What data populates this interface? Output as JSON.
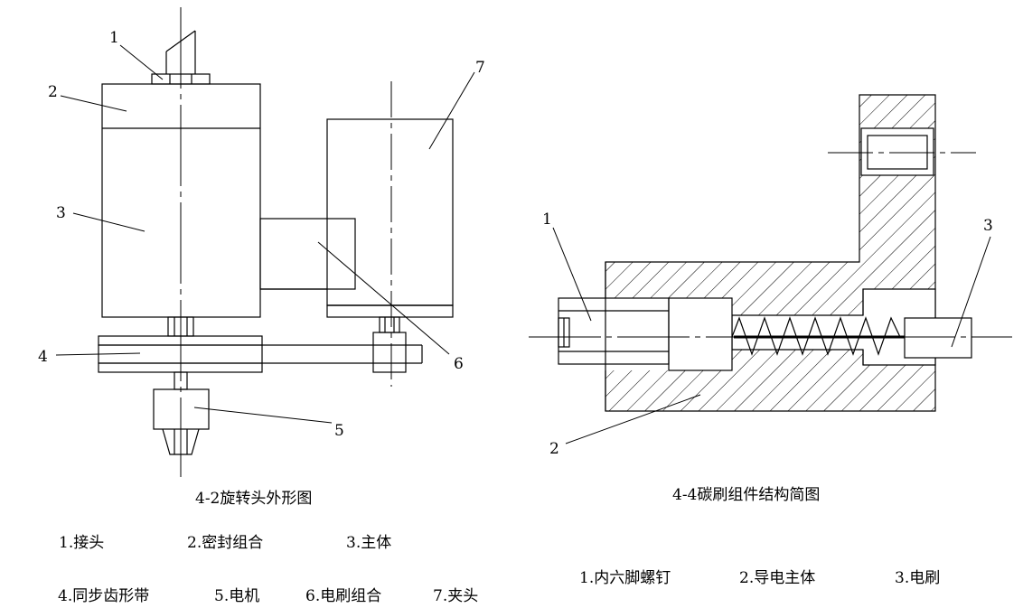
{
  "left_figure": {
    "caption": "4-2旋转头外形图",
    "callouts": [
      "1",
      "2",
      "3",
      "4",
      "5",
      "6",
      "7"
    ],
    "legend_row1": [
      "1.接头",
      "2.密封组合",
      "3.主体"
    ],
    "legend_row2": [
      "4.同步齿形带",
      "5.电机",
      "6.电刷组合",
      "7.夹头"
    ]
  },
  "right_figure": {
    "caption": "4-4碳刷组件结构简图",
    "callouts": [
      "1",
      "2",
      "3"
    ],
    "legend": [
      "1.内六脚螺钉",
      "2.导电主体",
      "3.电刷"
    ]
  }
}
